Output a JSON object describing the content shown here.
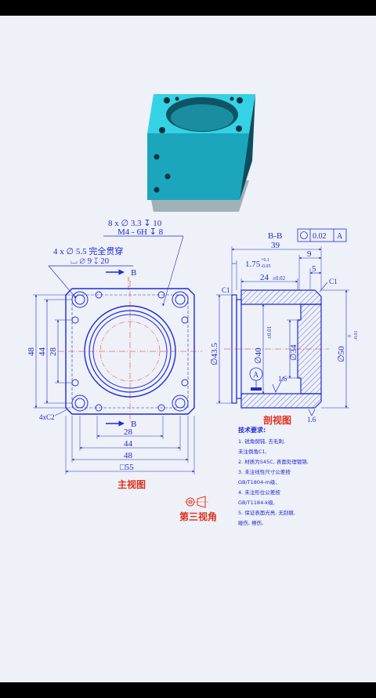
{
  "callouts": {
    "tap_holes_line1": "8 x ∅ 3.3 ↧ 10",
    "tap_holes_line2": "M4 - 6H ↧ 8",
    "through_holes_line1": "4 x ∅ 5.5 完全贯穿",
    "through_holes_line2": "⌴ ∅ 9 ↧ 20",
    "section_mark": "B",
    "chamfer": "4xC2"
  },
  "main_view": {
    "title": "主视图",
    "dim_bottom": [
      "28",
      "44",
      "48",
      "□55"
    ],
    "dim_left": [
      "48",
      "44",
      "28"
    ]
  },
  "section_view": {
    "title": "剖视图",
    "name": "B-B",
    "flatness": "0.02",
    "datum": "A",
    "dim_39": "39",
    "dim_9": "9",
    "dim_175": "1.75",
    "dim_175_tol_up": "+0.1",
    "dim_175_tol_low": "-0.05",
    "dim_5": "5",
    "dim_24": "24",
    "dim_24_tol": "±0.02",
    "c1_left": "C1",
    "c1_right": "C1",
    "dia_435": "∅43.5",
    "dia_40": "∅40",
    "dia_40_tol": "±0.01",
    "dia_34": "∅34",
    "dia_50": "∅50",
    "dia_50_tol_up": "0",
    "dia_50_tol_low": "-0.01",
    "surf_16_a": "1.6",
    "surf_16_b": "1.6",
    "datum_circle": "A"
  },
  "projection": {
    "label": "第三视角"
  },
  "notes": {
    "title": "技术要求:",
    "lines": [
      "1. 锐角倒钝, 去毛刺,",
      "未注倒角C1,",
      "2. 材质为S45C, 表面处理镀铬,",
      "3. 未注线性尺寸公差按",
      "GB/T1804-m级,",
      "4. 未注形位公差按",
      "GB/T1184-k级,",
      "5. 保证表面光亮, 无刮痕,",
      "碰伤, 擦伤,"
    ]
  },
  "colors": {
    "line": "#1f2bd6",
    "label": "#e0301e",
    "part": "#22b8d0",
    "center": "#d03030"
  }
}
